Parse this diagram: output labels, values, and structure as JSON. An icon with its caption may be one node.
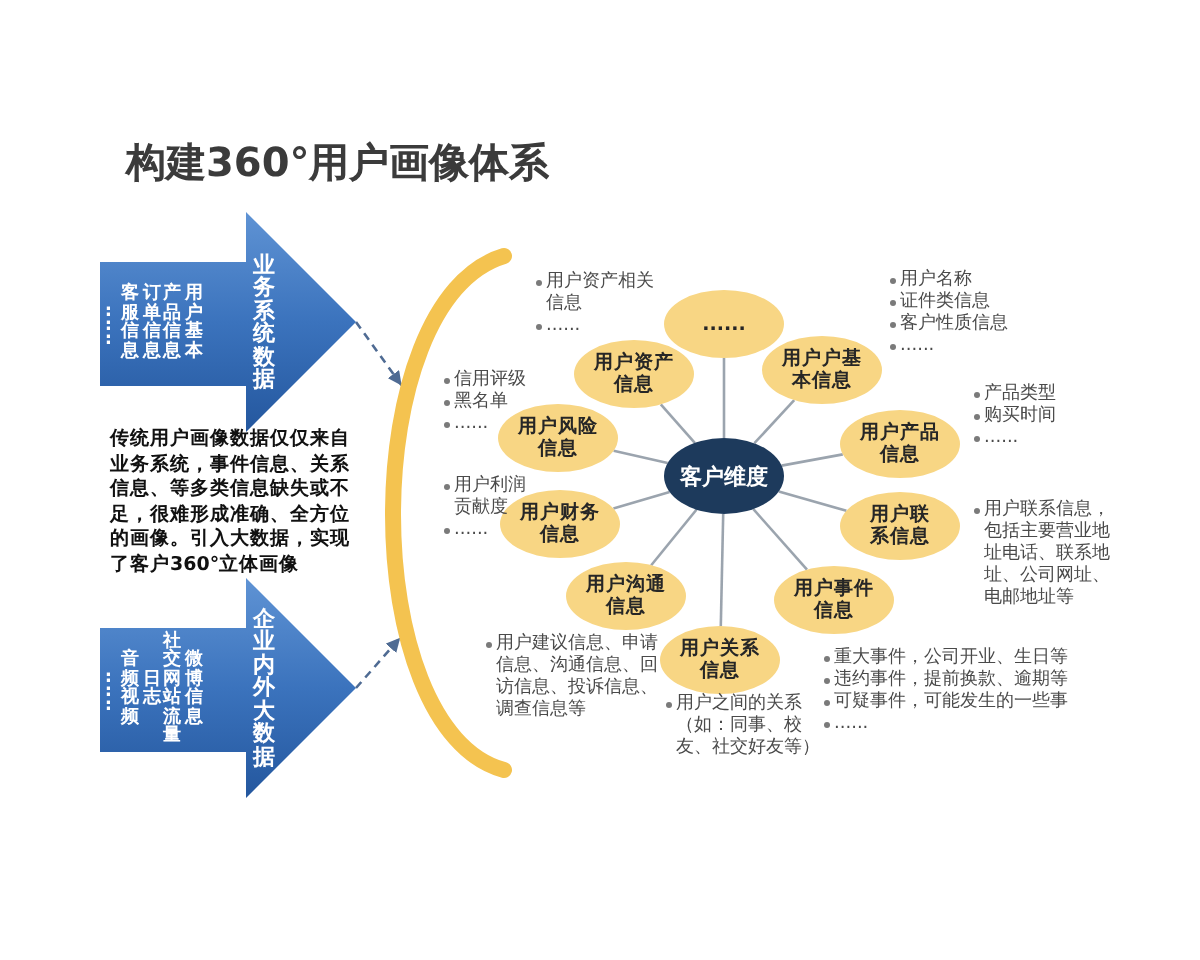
{
  "diagram": {
    "title": "构建360°用户画像体系",
    "nodes": [
      {
        "text": [
          "业务系统数据",
          "用户基本",
          "产品信息",
          "订单信息",
          "客服信息",
          "......"
        ]
      },
      {
        "text": [
          "企业内外大数据",
          "微博信息",
          "社交网站流量",
          "日志",
          "音频视频",
          "......"
        ]
      },
      {
        "text": [],
        "shape": "arc"
      },
      {
        "text": [
          "客户维度"
        ]
      },
      {
        "text": [
          "......"
        ]
      },
      {
        "text": [
          "用户户基本信息"
        ],
        "beside": [
          "用户名称",
          "证件类信息",
          "客户性质信息",
          "......"
        ]
      },
      {
        "text": [
          "用户产品信息"
        ],
        "beside": [
          "产品类型",
          "购买时间",
          "......"
        ]
      },
      {
        "text": [
          "用户联系信息"
        ],
        "beside": [
          "用户联系信息，包括主要营业地址电话、联系地址、公司网址、电邮地址等"
        ]
      },
      {
        "text": [
          "用户事件信息"
        ],
        "beside": [
          "重大事件，公司开业、生日等",
          "违约事件，提前换款、逾期等",
          "可疑事件，可能发生的一些事",
          "......"
        ]
      },
      {
        "text": [
          "用户关系信息"
        ],
        "beside": [
          "用户之间的关系（如：同事、校友、社交好友等）"
        ]
      },
      {
        "text": [
          "用户沟通信息"
        ],
        "beside": [
          "用户建议信息、申请信息、沟通信息、回访信息、投诉信息、调查信息等"
        ]
      },
      {
        "text": [
          "用户财务信息"
        ],
        "beside": [
          "用户利润贡献度"
        ]
      },
      {
        "text": [
          "用户风险信息"
        ],
        "beside": [
          "信用评级",
          "黑名单"
        ]
      },
      {
        "text": [
          "用户资产信息"
        ],
        "beside": [
          "用户资产相关信息",
          "......"
        ]
      }
    ],
    "edges": [
      {
        "from": 0,
        "to": 2,
        "arrow": "to",
        "style": "dashed",
        "color": "#4f6b93"
      },
      {
        "from": 1,
        "to": 2,
        "arrow": "to",
        "style": "dashed",
        "color": "#4f6b93"
      },
      {
        "from": 3,
        "to": 4,
        "arrow": "none"
      },
      {
        "from": 3,
        "to": 5,
        "arrow": "none"
      },
      {
        "from": 3,
        "to": 6,
        "arrow": "none"
      },
      {
        "from": 3,
        "to": 7,
        "arrow": "none"
      },
      {
        "from": 3,
        "to": 8,
        "arrow": "none"
      },
      {
        "from": 3,
        "to": 9,
        "arrow": "none"
      },
      {
        "from": 3,
        "to": 10,
        "arrow": "none"
      },
      {
        "from": 3,
        "to": 11,
        "arrow": "none"
      },
      {
        "from": 3,
        "to": 12,
        "arrow": "none"
      },
      {
        "from": 3,
        "to": 13,
        "arrow": "none"
      }
    ],
    "labels": [
      "传统用户画像数据仅仅来自业务系统，事件信息、关系信息、等多类信息缺失或不足，很难形成准确、全方位的画像。引入大数据，实现了客户360°立体画像",
      "......",
      "......"
    ]
  }
}
